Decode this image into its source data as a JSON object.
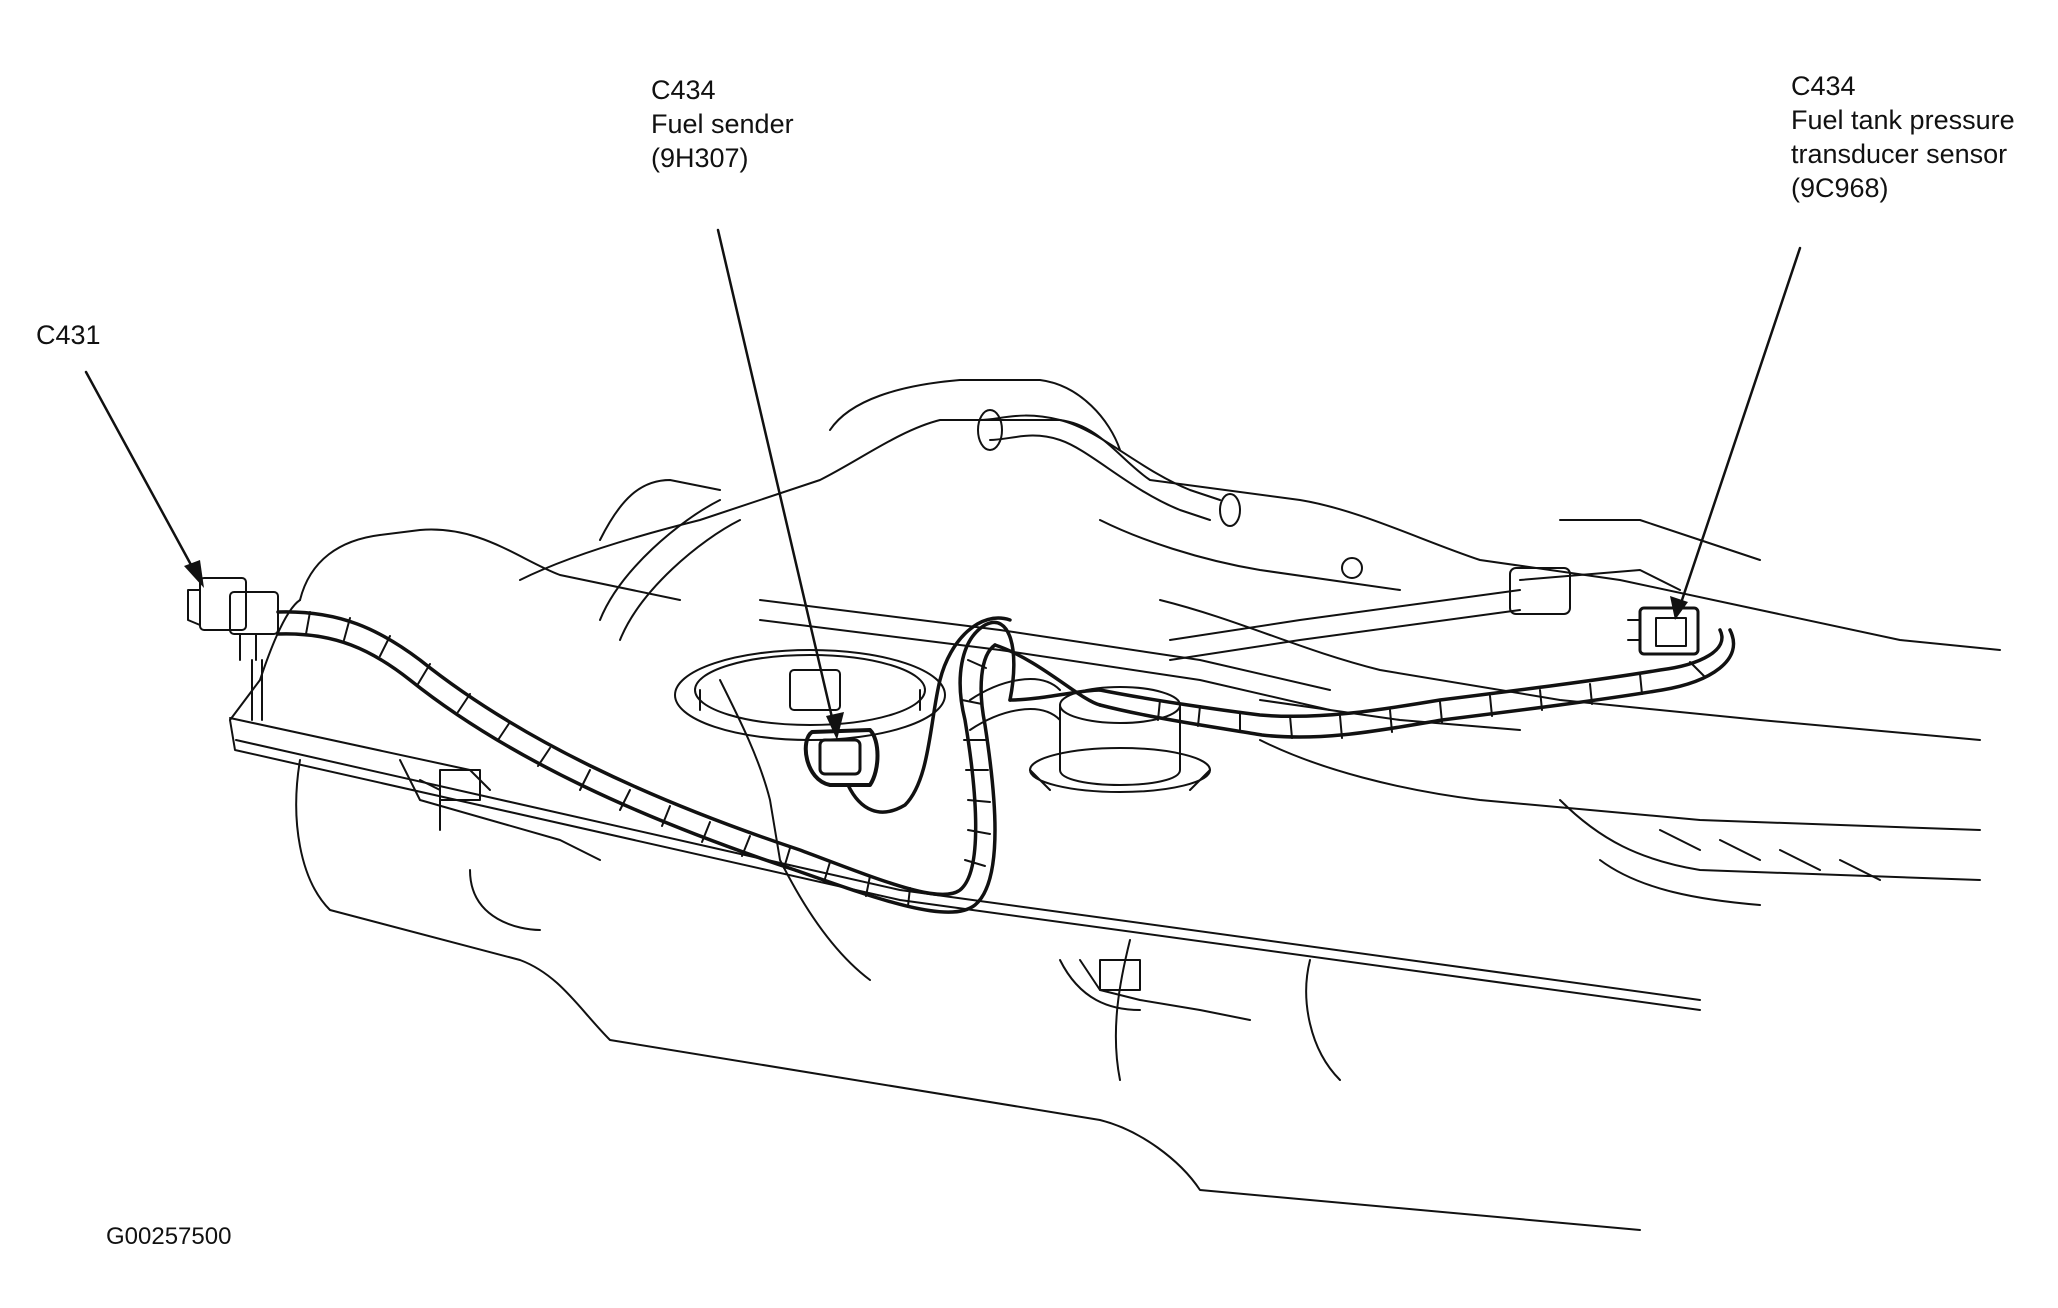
{
  "labels": {
    "c431": {
      "code": "C431"
    },
    "fuel_sender": {
      "code": "C434",
      "name": "Fuel sender",
      "part": "(9H307)"
    },
    "pressure_transducer": {
      "code": "C434",
      "name_line1": "Fuel tank pressure",
      "name_line2": "transducer sensor",
      "part": "(9C968)"
    }
  },
  "figure_id": "G00257500",
  "colors": {
    "line": "#111111",
    "background": "#ffffff"
  }
}
